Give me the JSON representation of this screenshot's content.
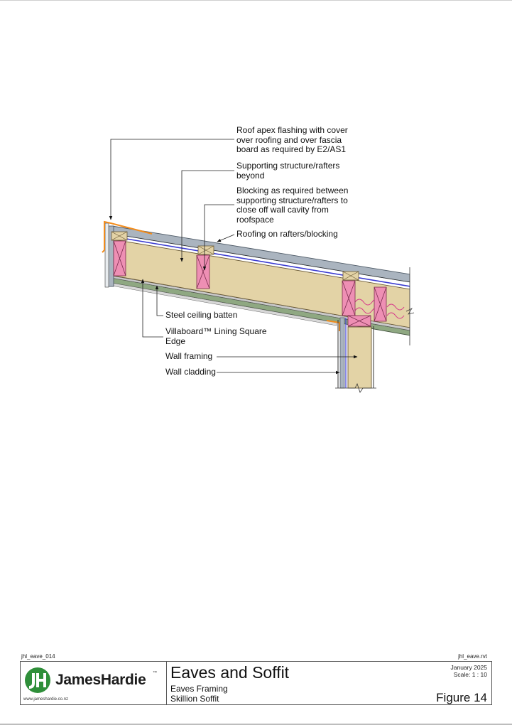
{
  "callouts": {
    "apex_flashing": "Roof apex flashing with cover\nover roofing and over fascia\nboard as required by E2/AS1",
    "supporting_structure": "Supporting structure/rafters\nbeyond",
    "blocking": "Blocking as required between\nsupporting structure/rafters to\nclose off wall cavity from\nroofspace",
    "roofing": "Roofing on rafters/blocking",
    "ceiling_batten": "Steel ceiling batten",
    "villaboard": "Villaboard™ Lining Square\nEdge",
    "wall_framing": "Wall framing",
    "wall_cladding": "Wall cladding"
  },
  "footer": {
    "drawing_code": "jhl_eave_014",
    "file_name": "jhl_eave.rvt",
    "logo_name": "JamesHardie",
    "logo_tm": "™",
    "website": "www.jameshardie.co.nz",
    "title": "Eaves and Soffit",
    "subtitle_1": "Eaves Framing",
    "subtitle_2": "Skillion Soffit",
    "date": "January 2025",
    "scale": "Scale: 1 : 10",
    "figure": "Figure 14"
  },
  "colors": {
    "timber": "#e3d3a6",
    "blocking_pink": "#ee8fb4",
    "roofing_grey": "#aab4bf",
    "lining_green": "#8fa882",
    "flashing_orange": "#f28c1c",
    "underlay_blue": "#3b3bd0",
    "leader": "#222222"
  }
}
